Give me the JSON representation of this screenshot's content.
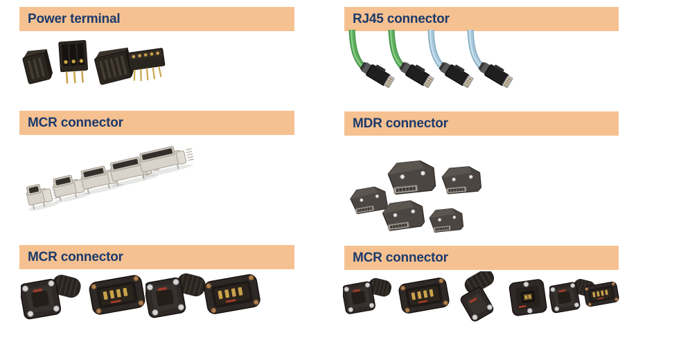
{
  "colors": {
    "page_bg": "#ffffff",
    "header_bg": "#f6c191",
    "header_text": "#1b3a6b",
    "cable_green": "#5fae5d",
    "cable_green_light": "#8ecf8b",
    "cable_blue": "#a5c6d9",
    "cable_blue_light": "#cde2ee",
    "pin_gold": "#c9a24a",
    "screw_silver": "#d6d6d6",
    "screw_bronze": "#b08050",
    "marking_red": "#a43b28"
  },
  "sections": [
    {
      "id": "power-terminal",
      "title": "Power terminal",
      "illustration": "power-terminal-connectors",
      "product_count": 4
    },
    {
      "id": "rj45-connector",
      "title": "RJ45 connector",
      "illustration": "rj45-patch-cables",
      "product_count": 4
    },
    {
      "id": "mcr-connector-top",
      "title": "MCR connector",
      "illustration": "mcr-board-connectors",
      "product_count": 5
    },
    {
      "id": "mdr-connector",
      "title": "MDR connector",
      "illustration": "mdr-plug-shells",
      "product_count": 5
    },
    {
      "id": "mcr-connector-left",
      "title": "MCR connector",
      "illustration": "mcr-rugged-connectors",
      "product_count": 4
    },
    {
      "id": "mcr-connector-right",
      "title": "MCR connector",
      "illustration": "mcr-rugged-connectors",
      "product_count": 6
    }
  ]
}
